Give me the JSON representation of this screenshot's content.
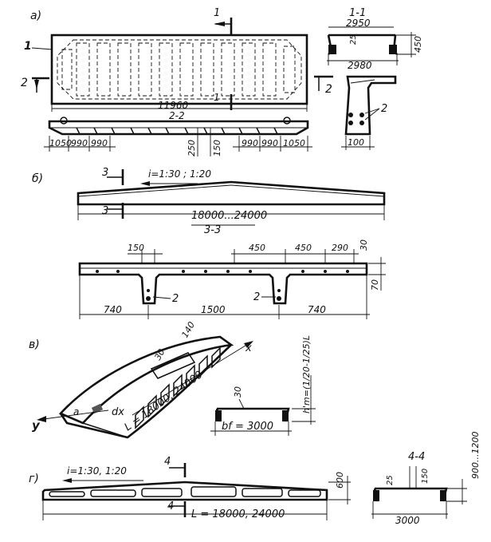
{
  "fig_a": {
    "label": "а)",
    "mark_1": "1",
    "mark_2": "2",
    "section_1": "1",
    "section_1_bottom": "1",
    "dim_length": "11960",
    "section_22": "2-2",
    "dims_left": [
      "1050",
      "990",
      "990"
    ],
    "dims_right": [
      "990",
      "990",
      "1050"
    ],
    "dim_250": "250",
    "dim_150": "150"
  },
  "section_11": {
    "title": "1-1",
    "dim_2950": "2950",
    "dim_25": "25",
    "dim_450": "450",
    "dim_2980": "2980",
    "mark_2": "2",
    "dim_100": "100",
    "callout_2": "2"
  },
  "fig_b": {
    "label": "б)",
    "section_3": "3",
    "section_3_bottom": "3",
    "slope": "i=1:30 ; 1:20",
    "dim_span": "18000...24000",
    "section_33": "3-3",
    "dim_150": "150",
    "dim_450a": "450",
    "dim_450b": "450",
    "dim_290": "290",
    "dim_30": "30",
    "dim_70": "70",
    "callout_2a": "2",
    "callout_2b": "2",
    "dim_740a": "740",
    "dim_1500": "1500",
    "dim_740b": "740"
  },
  "fig_v": {
    "label": "в)",
    "dim_140": "140",
    "dim_30": "30",
    "axis_x": "x",
    "axis_y": "y",
    "dx": "dx",
    "a": "a",
    "span": "L = 18000, 24000",
    "hm": "h'm=(1/20-1/25)L",
    "section_30": "30",
    "bf": "bf = 3000"
  },
  "fig_g": {
    "label": "г)",
    "slope": "i=1:30, 1:20",
    "section_4": "4",
    "section_4_bottom": "4",
    "dim_600": "600",
    "span": "L = 18000, 24000",
    "section_44": "4-4",
    "dim_25": "25",
    "dim_150": "150",
    "dim_900_1200": "900...1200",
    "dim_3000": "3000"
  }
}
